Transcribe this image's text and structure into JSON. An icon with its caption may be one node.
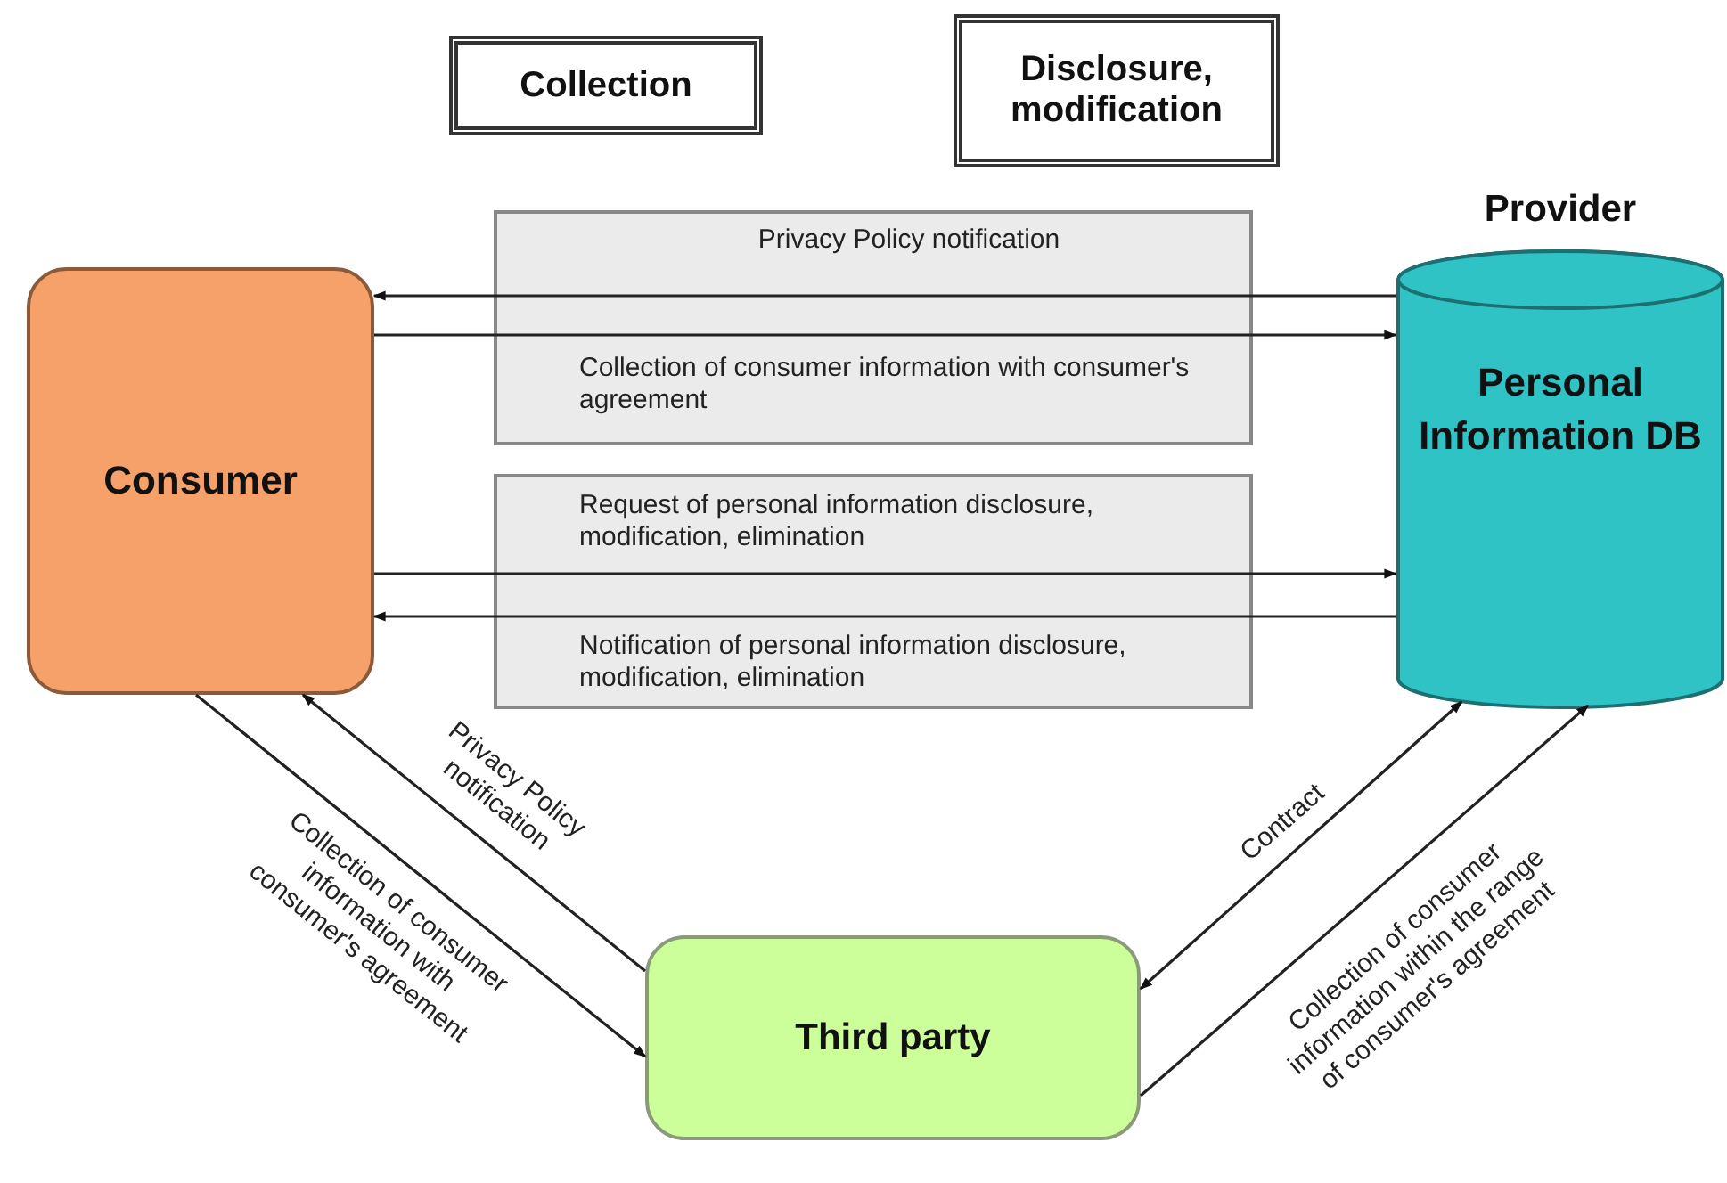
{
  "diagram": {
    "nodes": [
      {
        "text": [
          "Collection"
        ]
      },
      {
        "text": [
          "Disclosure, modification"
        ]
      },
      {
        "text": [
          "Consumer"
        ]
      },
      {
        "text": [
          "Provider",
          "Personal Information DB"
        ]
      },
      {
        "text": [
          "Third party"
        ]
      }
    ],
    "edges": [
      {
        "from": 3,
        "to": 2,
        "arrow": "to",
        "label": "Privacy Policy notification"
      },
      {
        "from": 2,
        "to": 3,
        "arrow": "to",
        "label": "Collection of consumer information with consumer's agreement"
      },
      {
        "from": 2,
        "to": 3,
        "arrow": "to",
        "label": "Request of personal information disclosure, modification, elimination"
      },
      {
        "from": 3,
        "to": 2,
        "arrow": "to",
        "label": "Notification of personal information disclosure, modification, elimination"
      },
      {
        "from": 4,
        "to": 2,
        "arrow": "to",
        "label": "Privacy Policy notification"
      },
      {
        "from": 2,
        "to": 4,
        "arrow": "to",
        "label": "Collection of consumer information with consumer's agreement"
      },
      {
        "from": 4,
        "to": 3,
        "arrow": "both",
        "label": "Contract"
      },
      {
        "from": 4,
        "to": 3,
        "arrow": "to",
        "label": "Collection of consumer information within the range of consumer's agreement"
      }
    ]
  }
}
